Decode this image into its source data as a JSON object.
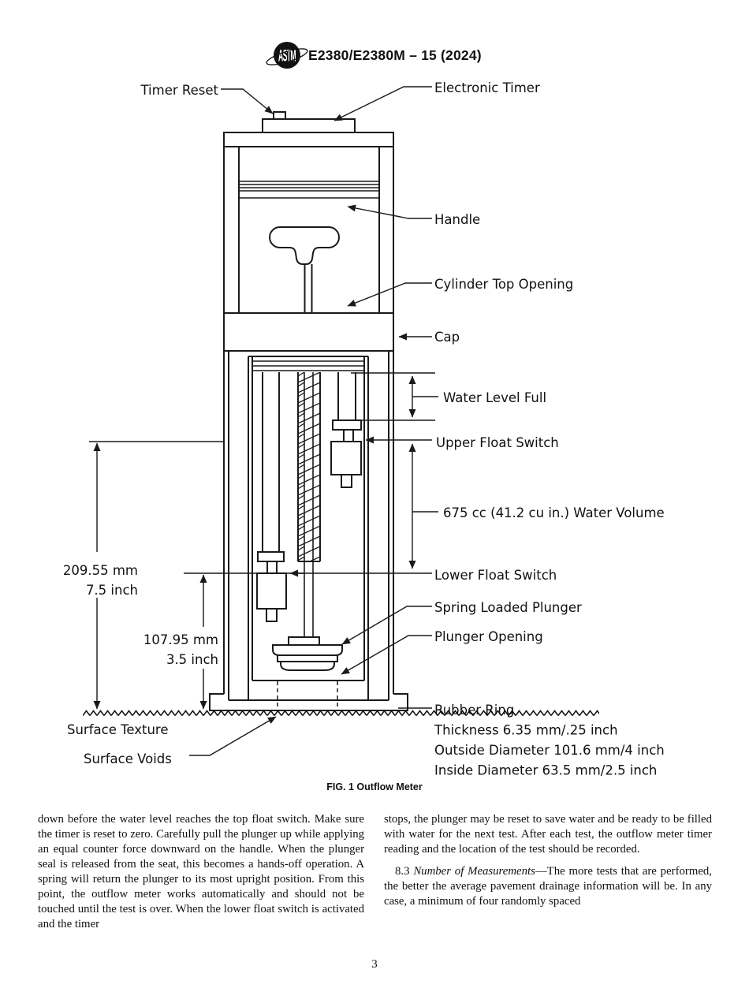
{
  "header": {
    "logo": "ASTM",
    "title": "E2380/E2380M – 15 (2024)"
  },
  "figure": {
    "caption": "FIG. 1 Outflow Meter",
    "labels": {
      "timer_reset": "Timer Reset",
      "electronic_timer": "Electronic Timer",
      "handle": "Handle",
      "cylinder_top_opening": "Cylinder Top Opening",
      "cap": "Cap",
      "water_level_full": "Water Level Full",
      "upper_float_switch": "Upper Float Switch",
      "water_volume": "675 cc (41.2 cu in.) Water Volume",
      "lower_float_switch": "Lower Float Switch",
      "spring_loaded_plunger": "Spring Loaded Plunger",
      "plunger_opening": "Plunger Opening",
      "rubber_ring_line1": "Rubber Ring",
      "rubber_ring_line2": "Thickness 6.35 mm/.25 inch",
      "rubber_ring_line3": "Outside Diameter 101.6 mm/4 inch",
      "rubber_ring_line4": "Inside Diameter 63.5 mm/2.5 inch",
      "surface_texture": "Surface Texture",
      "surface_voids": "Surface Voids",
      "dim_upper_mm": "209.55 mm",
      "dim_upper_in": "7.5 inch",
      "dim_lower_mm": "107.95 mm",
      "dim_lower_in": "3.5 inch"
    }
  },
  "body": {
    "left_paragraph": "down before the water level reaches the top float switch. Make sure the timer is reset to zero. Carefully pull the plunger up while applying an equal counter force downward on the handle. When the plunger seal is released from the seat, this becomes a hands-off operation. A spring will return the plunger to its most upright position. From this point, the outflow meter works automatically and should not be touched until the test is over. When the lower float switch is activated and the timer",
    "right_paragraph": "stops, the plunger may be reset to save water and be ready to be filled with water for the next test. After each test, the outflow meter timer reading and the location of the test should be recorded.",
    "section_8_3": {
      "number": "8.3 ",
      "title": "Number of Measurements",
      "text": "—The more tests that are performed, the better the average pavement drainage information will be. In any case, a minimum of four randomly spaced"
    }
  },
  "footer": {
    "page_number": "3"
  }
}
